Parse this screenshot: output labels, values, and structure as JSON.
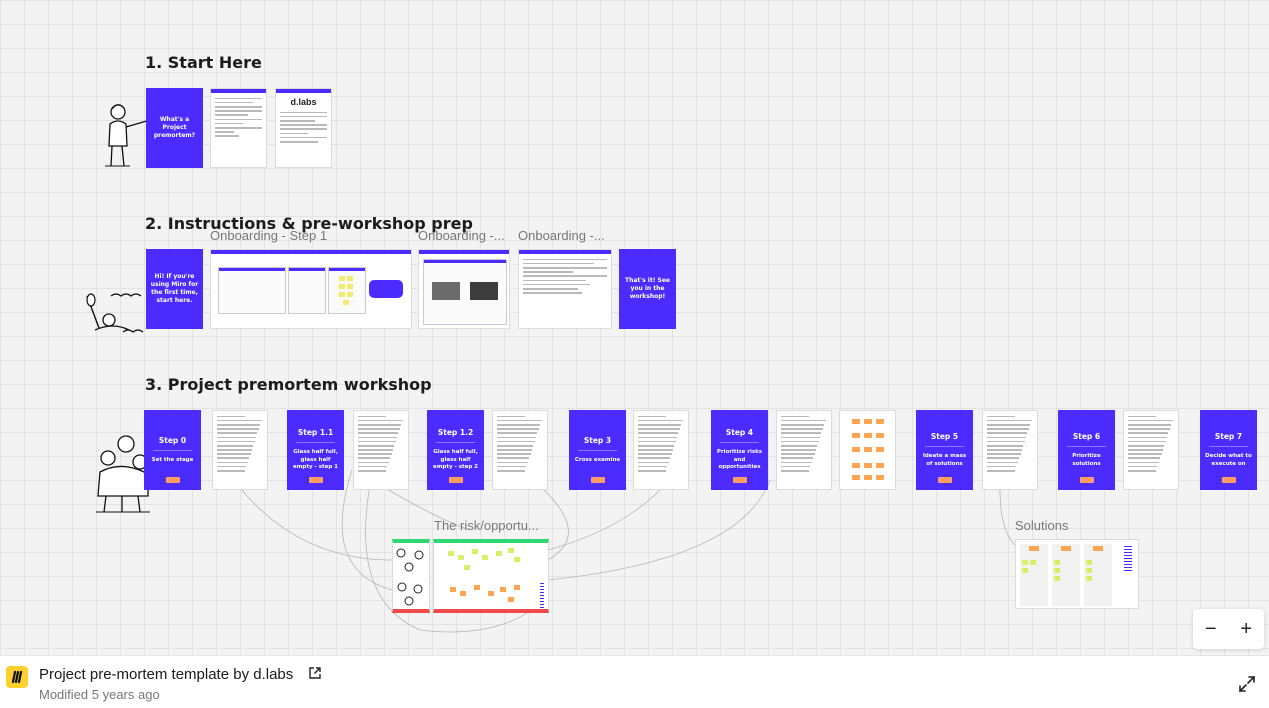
{
  "board": {
    "sections": [
      {
        "title": "1. Start Here"
      },
      {
        "title": "2. Instructions & pre-workshop prep"
      },
      {
        "title": "3. Project premortem workshop"
      }
    ],
    "frame_labels": {
      "onboarding1": "Onboarding - Step 1",
      "onboarding2": "Onboarding -...",
      "onboarding3": "Onboarding -...",
      "risk": "The risk/opportu...",
      "solutions": "Solutions"
    },
    "start_cards": {
      "premortem": "What's a Project premortem?",
      "logo": "d.labs"
    },
    "prep_cards": {
      "first_time": "Hi! If you're using Miro for the first time, start here.",
      "ready": "That's it! See you in the workshop!"
    },
    "workshop_steps": [
      {
        "title": "Step 0",
        "subtitle": "Set the stage"
      },
      {
        "title": "Step 1.1",
        "subtitle": "Glass half full, glass half empty - step 1"
      },
      {
        "title": "Step 1.2",
        "subtitle": "Glass half full, glass half empty - step 2"
      },
      {
        "title": "Step 3",
        "subtitle": "Cross examine"
      },
      {
        "title": "Step 4",
        "subtitle": "Prioritize risks and opportunities"
      },
      {
        "title": "Step 5",
        "subtitle": "Ideate a mass of solutions"
      },
      {
        "title": "Step 6",
        "subtitle": "Prioritize solutions"
      },
      {
        "title": "Step 7",
        "subtitle": "Decide what to execute on"
      }
    ],
    "zoom": {
      "minus": "−",
      "plus": "+"
    }
  },
  "footer": {
    "board_title": "Project pre-mortem template by d.labs",
    "modified": "Modified 5 years ago"
  },
  "colors": {
    "accent": "#4b2bff",
    "miro_yellow": "#ffd02f"
  },
  "icons": [
    "miro-logo-icon",
    "external-link-icon",
    "fullscreen-icon",
    "person-pointing-icon",
    "person-drowning-icon",
    "people-group-icon"
  ]
}
